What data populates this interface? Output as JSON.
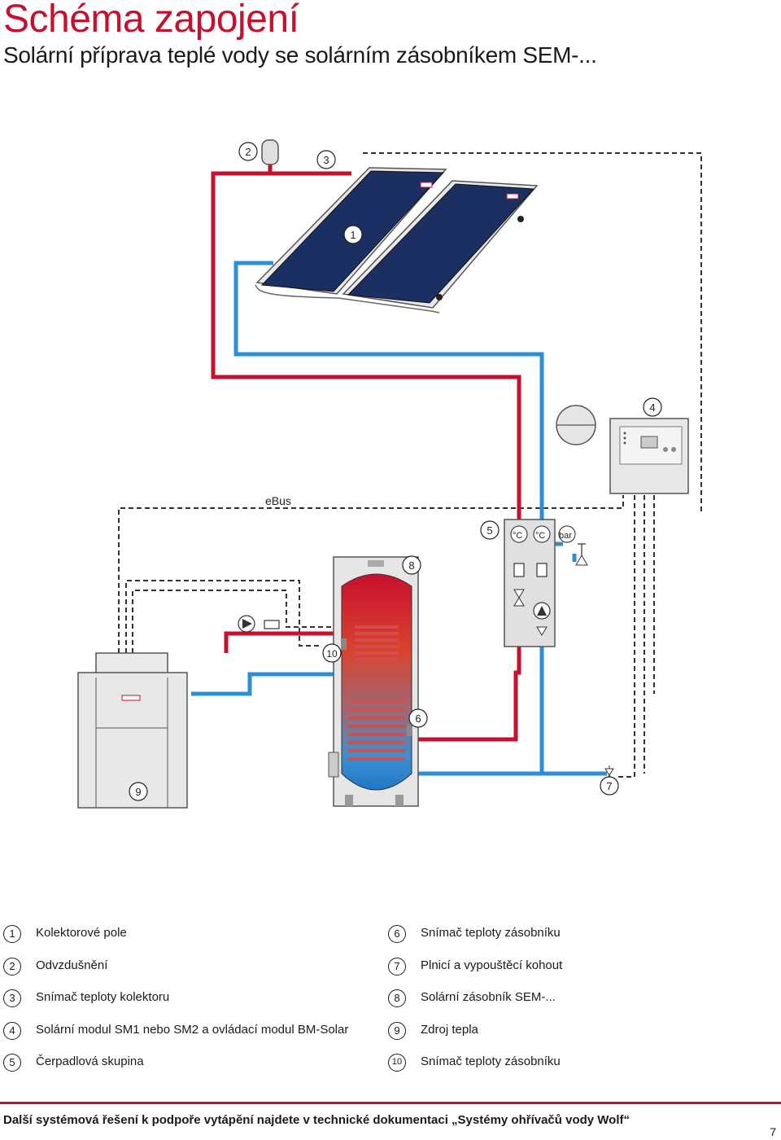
{
  "header": {
    "title": "Schéma zapojení",
    "subtitle": "Solární příprava teplé vody se solárním zásobníkem SEM-..."
  },
  "diagram": {
    "bus_label": "eBus",
    "unit_celsius": "°C",
    "unit_bar": "bar",
    "callouts": [
      "1",
      "2",
      "3",
      "4",
      "5",
      "6",
      "7",
      "8",
      "9",
      "10"
    ],
    "colors": {
      "flow": "#c8102e",
      "return": "#2b8fd6",
      "panel": "#1c2f63",
      "bus": "#333333"
    },
    "icons": [
      "solar-collector-icon",
      "air-vent-icon",
      "expansion-vessel-icon",
      "controller-icon",
      "pump-group-icon",
      "pump-icon",
      "storage-tank-icon",
      "boiler-icon",
      "fill-drain-valve-icon",
      "temperature-sensor-icon"
    ]
  },
  "legend": [
    {
      "num": "1",
      "text": "Kolektorové pole"
    },
    {
      "num": "2",
      "text": "Odvzdušnění"
    },
    {
      "num": "3",
      "text": "Snímač teploty kolektoru"
    },
    {
      "num": "4",
      "text": "Solární modul SM1 nebo SM2 a ovládací modul BM-Solar"
    },
    {
      "num": "5",
      "text": "Čerpadlová skupina"
    },
    {
      "num": "6",
      "text": "Snímač teploty zásobníku"
    },
    {
      "num": "7",
      "text": "Plnicí a vypouštěcí kohout"
    },
    {
      "num": "8",
      "text": "Solární zásobník SEM-..."
    },
    {
      "num": "9",
      "text": "Zdroj tepla"
    },
    {
      "num": "10",
      "text": "Snímač teploty zásobníku"
    }
  ],
  "footer": {
    "note": "Další systémová řešení k podpoře vytápění najdete v technické dokumentaci „Systémy ohřívačů vody Wolf“",
    "page": "7"
  }
}
